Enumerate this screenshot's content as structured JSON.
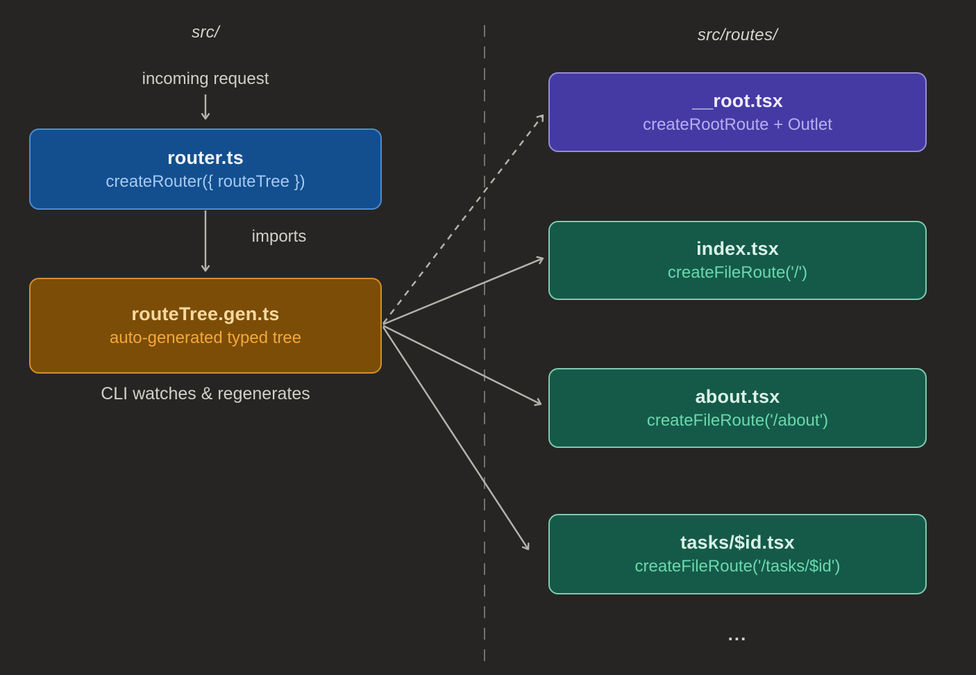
{
  "diagram": {
    "left_header": "src/",
    "right_header": "src/routes/",
    "labels": {
      "incoming_request": "incoming request",
      "imports": "imports",
      "cli_note": "CLI watches & regenerates",
      "more": "..."
    },
    "nodes": [
      {
        "id": "router",
        "title": "router.ts",
        "subtitle": "createRouter({ routeTree })",
        "fill": "#134f8e",
        "border": "#4c8dd3",
        "title_color": "#f3f5f9",
        "subtitle_color": "#a6c8f4"
      },
      {
        "id": "routetree",
        "title": "routeTree.gen.ts",
        "subtitle": "auto-generated typed tree",
        "fill": "#7c4d07",
        "border": "#d2912a",
        "title_color": "#f6d9a1",
        "subtitle_color": "#f3a83a"
      },
      {
        "id": "root",
        "title": "__root.tsx",
        "subtitle": "createRootRoute + Outlet",
        "fill": "#453aa4",
        "border": "#958cd8",
        "title_color": "#efedfb",
        "subtitle_color": "#b7aef1"
      },
      {
        "id": "index",
        "title": "index.tsx",
        "subtitle": "createFileRoute('/')",
        "fill": "#155a49",
        "border": "#7ecab0",
        "title_color": "#daf1e7",
        "subtitle_color": "#6bd8ac"
      },
      {
        "id": "about",
        "title": "about.tsx",
        "subtitle": "createFileRoute('/about')",
        "fill": "#155a49",
        "border": "#7ecab0",
        "title_color": "#daf1e7",
        "subtitle_color": "#6bd8ac"
      },
      {
        "id": "tasks",
        "title": "tasks/$id.tsx",
        "subtitle": "createFileRoute('/tasks/$id')",
        "fill": "#155a49",
        "border": "#7ecab0",
        "title_color": "#daf1e7",
        "subtitle_color": "#6bd8ac"
      }
    ],
    "colors": {
      "background": "#262523",
      "arrow": "#b5b2ab",
      "divider": "#74726d",
      "label_text": "#d2cfc9",
      "header_text": "#d7d4ce"
    }
  }
}
